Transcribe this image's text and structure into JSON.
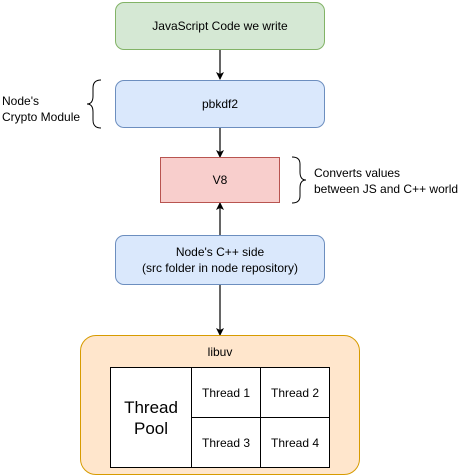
{
  "nodes": {
    "js_code": {
      "label": "JavaScript Code we write",
      "fill": "#d5e8d4",
      "stroke": "#82b366"
    },
    "pbkdf2": {
      "label": "pbkdf2",
      "fill": "#dae8fc",
      "stroke": "#6c8ebf"
    },
    "v8": {
      "label": "V8",
      "fill": "#f8cecc",
      "stroke": "#b85450"
    },
    "cpp_side": {
      "line1": "Node's C++ side",
      "line2": "(src folder in node repository)",
      "fill": "#dae8fc",
      "stroke": "#6c8ebf"
    },
    "libuv": {
      "label": "libuv",
      "fill": "#ffe6cc",
      "stroke": "#d79b00"
    }
  },
  "annotations": {
    "crypto_module": {
      "line1": "Node's",
      "line2": "Crypto Module"
    },
    "converts": {
      "line1": "Converts values",
      "line2": "between JS and C++ world"
    }
  },
  "thread_pool": {
    "title_line1": "Thread",
    "title_line2": "Pool",
    "threads": [
      "Thread 1",
      "Thread 2",
      "Thread 3",
      "Thread 4"
    ]
  },
  "edges": [
    {
      "from": "js_code",
      "to": "pbkdf2"
    },
    {
      "from": "pbkdf2",
      "to": "v8"
    },
    {
      "from": "cpp_side",
      "to": "v8"
    },
    {
      "from": "cpp_side",
      "to": "libuv"
    }
  ]
}
